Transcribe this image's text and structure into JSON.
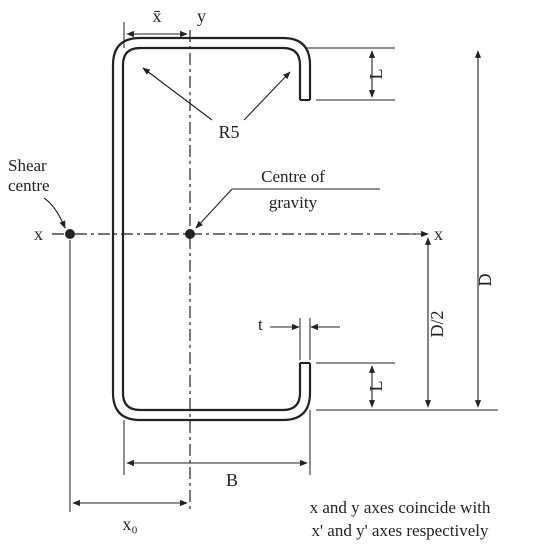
{
  "diagram": {
    "labels": {
      "xbar": "x̄",
      "y": "y",
      "l_top": "L",
      "r5": "R5",
      "d": "D",
      "shear_centre_line1": "Shear",
      "shear_centre_line2": "centre",
      "centre_of_gravity_line1": "Centre of",
      "centre_of_gravity_line2": "gravity",
      "x_left": "x",
      "x_right": "x",
      "d_half": "D/2",
      "t": "t",
      "l_bottom": "L",
      "b": "B",
      "x0": "x₀"
    },
    "note": {
      "line1": "x and y axes coincide with",
      "line2": "x' and y' axes respectively"
    },
    "colors": {
      "ink": "#222222",
      "background": "#ffffff"
    }
  }
}
